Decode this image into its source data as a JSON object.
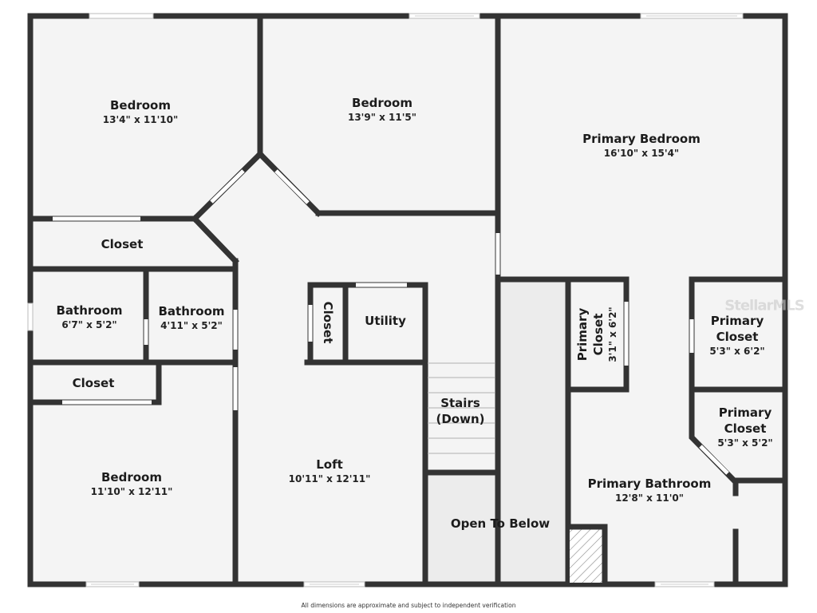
{
  "floorplan": {
    "rooms": [
      {
        "id": "bedroom-1",
        "name": "Bedroom",
        "dimensions": "13'4\" x 11'10\""
      },
      {
        "id": "bedroom-2",
        "name": "Bedroom",
        "dimensions": "13'9\" x 11'5\""
      },
      {
        "id": "primary-bedroom",
        "name": "Primary Bedroom",
        "dimensions": "16'10\" x 15'4\""
      },
      {
        "id": "closet-upper-left",
        "name": "Closet",
        "dimensions": ""
      },
      {
        "id": "bathroom-1",
        "name": "Bathroom",
        "dimensions": "6'7\" x 5'2\""
      },
      {
        "id": "bathroom-2",
        "name": "Bathroom",
        "dimensions": "4'11\" x 5'2\""
      },
      {
        "id": "closet-hall",
        "name": "Closet",
        "dimensions": ""
      },
      {
        "id": "utility",
        "name": "Utility",
        "dimensions": ""
      },
      {
        "id": "primary-closet-1",
        "name_line1": "Primary",
        "name_line2": "Closet",
        "dimensions": "3'1\" x 6'2\""
      },
      {
        "id": "primary-closet-2",
        "name_line1": "Primary",
        "name_line2": "Closet",
        "dimensions": "5'3\" x 6'2\""
      },
      {
        "id": "primary-closet-3",
        "name_line1": "Primary",
        "name_line2": "Closet",
        "dimensions": "5'3\" x 5'2\""
      },
      {
        "id": "closet-lower-left",
        "name": "Closet",
        "dimensions": ""
      },
      {
        "id": "stairs",
        "name_line1": "Stairs",
        "name_line2": "(Down)",
        "dimensions": ""
      },
      {
        "id": "bedroom-3",
        "name": "Bedroom",
        "dimensions": "11'10\" x 12'11\""
      },
      {
        "id": "loft",
        "name": "Loft",
        "dimensions": "10'11\" x 12'11\""
      },
      {
        "id": "open-to-below",
        "name": "Open To Below",
        "dimensions": ""
      },
      {
        "id": "primary-bathroom",
        "name": "Primary Bathroom",
        "dimensions": "12'8\" x 11'0\""
      }
    ],
    "footer_note": "All dimensions are approximate and subject to independent verification",
    "watermark": "StellarMLS",
    "colors": {
      "wall": "#333333",
      "floor": "#f4f4f4",
      "open_area": "#ececec",
      "background": "#ffffff"
    }
  }
}
